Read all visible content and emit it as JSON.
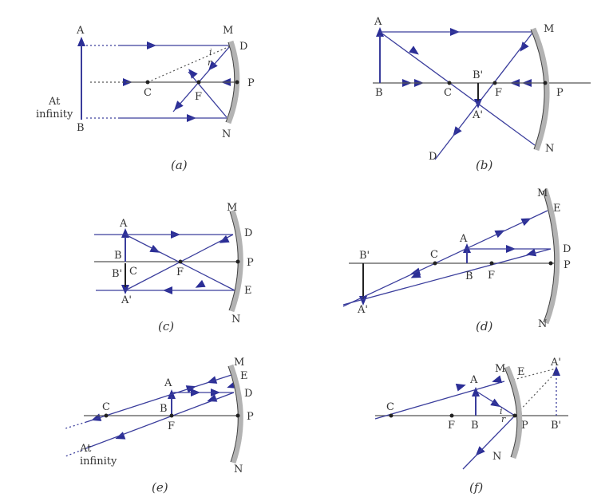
{
  "panels": {
    "a": {
      "caption": "(a)",
      "A": "A",
      "B": "B",
      "M": "M",
      "D": "D",
      "P": "P",
      "C": "C",
      "F": "F",
      "N": "N",
      "at": "At",
      "infinity": "infinity",
      "i": "i",
      "r": "r"
    },
    "b": {
      "caption": "(b)",
      "A": "A",
      "B": "B",
      "M": "M",
      "P": "P",
      "C": "C",
      "F": "F",
      "N": "N",
      "B_img": "B'",
      "A_img": "A'",
      "D": "D"
    },
    "c": {
      "caption": "(c)",
      "A": "A",
      "B": "B",
      "M": "M",
      "D": "D",
      "P": "P",
      "C": "C",
      "F": "F",
      "N": "N",
      "E": "E",
      "B_img": "B'",
      "A_img": "A'"
    },
    "d": {
      "caption": "(d)",
      "A": "A",
      "B": "B",
      "M": "M",
      "D": "D",
      "P": "P",
      "C": "C",
      "F": "F",
      "N": "N",
      "E": "E",
      "B_img": "B'",
      "A_img": "A'"
    },
    "e": {
      "caption": "(e)",
      "A": "A",
      "B": "B",
      "M": "M",
      "D": "D",
      "P": "P",
      "C": "C",
      "F": "F",
      "N": "N",
      "E": "E",
      "at": "At",
      "infinity": "infinity"
    },
    "f": {
      "caption": "(f)",
      "A": "A",
      "B": "B",
      "M": "M",
      "E": "E",
      "P": "P",
      "C": "C",
      "F": "F",
      "N": "N",
      "B_img": "B'",
      "A_img": "A'",
      "i": "i",
      "r": "r"
    }
  },
  "colors": {
    "ray": "#3a3d9c",
    "mirror": "#b3b3b3",
    "axis": "#555555"
  }
}
